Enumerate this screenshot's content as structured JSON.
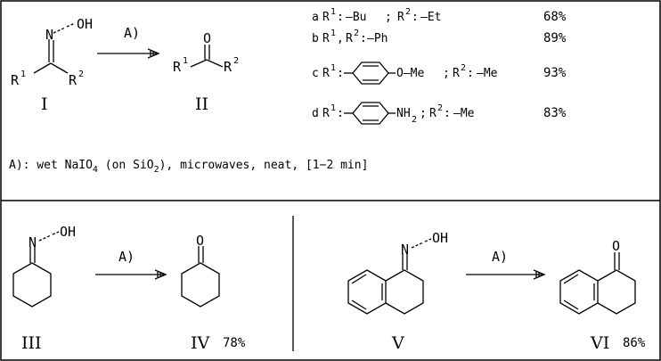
{
  "scheme": {
    "general": {
      "reactant": {
        "atom_oh": "OH",
        "atom_n": "N",
        "r1": "R",
        "r1_sup": "1",
        "r2": "R",
        "r2_sup": "2",
        "numeral": "I"
      },
      "arrow_label": "A)",
      "product": {
        "atom_o": "O",
        "r1": "R",
        "r1_sup": "1",
        "r2": "R",
        "r2_sup": "2",
        "numeral": "II"
      }
    },
    "substituents": [
      {
        "letter": "a",
        "r1_group": "—Bu",
        "r2_group": "—Et",
        "yield": "68%"
      },
      {
        "letter": "b",
        "r1_group": "—Ph",
        "yield": "89%"
      },
      {
        "letter": "c",
        "r1_tail": "O—Me",
        "r2_group": "—Me",
        "yield": "93%"
      },
      {
        "letter": "d",
        "r1_tail": "NH",
        "r1_tail_sub": "2",
        "r2_group": "—Me",
        "yield": "83%"
      }
    ],
    "conditions": {
      "prefix": "A): wet NaIO",
      "sub_4": "4",
      "middle": " (on SiO",
      "sub_2": "2",
      "suffix": "), microwaves,  neat,  [1−2 min]"
    },
    "cyclohexanone": {
      "atom_oh": "OH",
      "atom_n": "N",
      "numeral_oxime": "III",
      "arrow_label": "A)",
      "atom_o": "O",
      "numeral_ketone": "IV",
      "yield": "78%"
    },
    "tetralone": {
      "atom_oh": "OH",
      "atom_n": "N",
      "numeral_oxime": "V",
      "arrow_label": "A)",
      "atom_o": "O",
      "numeral_ketone": "VI",
      "yield": "86%"
    }
  }
}
